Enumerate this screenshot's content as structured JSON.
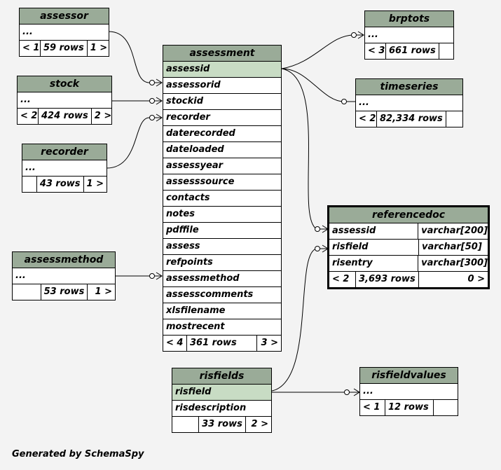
{
  "diagram": {
    "credit": "Generated by SchemaSpy",
    "tables": {
      "assessor": {
        "name": "assessor",
        "rows": [
          "..."
        ],
        "footer": {
          "left": "< 1",
          "count": "59 rows",
          "right": "1 >"
        }
      },
      "stock": {
        "name": "stock",
        "rows": [
          "..."
        ],
        "footer": {
          "left": "< 2",
          "count": "424 rows",
          "right": "2 >"
        }
      },
      "recorder": {
        "name": "recorder",
        "rows": [
          "..."
        ],
        "footer": {
          "left": "",
          "count": "43 rows",
          "right": "1 >"
        }
      },
      "assessmethod": {
        "name": "assessmethod",
        "rows": [
          "..."
        ],
        "footer": {
          "left": "",
          "count": "53 rows",
          "right": "1 >"
        }
      },
      "assessment": {
        "name": "assessment",
        "rows": [
          "assessid",
          "assessorid",
          "stockid",
          "recorder",
          "daterecorded",
          "dateloaded",
          "assessyear",
          "assesssource",
          "contacts",
          "notes",
          "pdffile",
          "assess",
          "refpoints",
          "assessmethod",
          "assesscomments",
          "xlsfilename",
          "mostrecent"
        ],
        "footer": {
          "left": "< 4",
          "count": "361 rows",
          "right": "3 >"
        }
      },
      "brptots": {
        "name": "brptots",
        "rows": [
          "..."
        ],
        "footer": {
          "left": "< 3",
          "count": "661 rows",
          "right": ""
        }
      },
      "timeseries": {
        "name": "timeseries",
        "rows": [
          "..."
        ],
        "footer": {
          "left": "< 2",
          "count": "82,334 rows",
          "right": ""
        }
      },
      "referencedoc": {
        "name": "referencedoc",
        "columns": [
          {
            "name": "assessid",
            "type": "varchar[200]"
          },
          {
            "name": "risfield",
            "type": "varchar[50]"
          },
          {
            "name": "risentry",
            "type": "varchar[300]"
          }
        ],
        "footer": {
          "left": "< 2",
          "count": "3,693 rows",
          "right": "0 >"
        }
      },
      "risfields": {
        "name": "risfields",
        "rows": [
          "risfield",
          "risdescription"
        ],
        "footer": {
          "left": "",
          "count": "33 rows",
          "right": "2 >"
        }
      },
      "risfieldvalues": {
        "name": "risfieldvalues",
        "rows": [
          "..."
        ],
        "footer": {
          "left": "< 1",
          "count": "12 rows",
          "right": ""
        }
      }
    },
    "colors": {
      "header": "#9aab98",
      "key_row": "#c8dcc4",
      "background": "#f3f3f3"
    }
  }
}
